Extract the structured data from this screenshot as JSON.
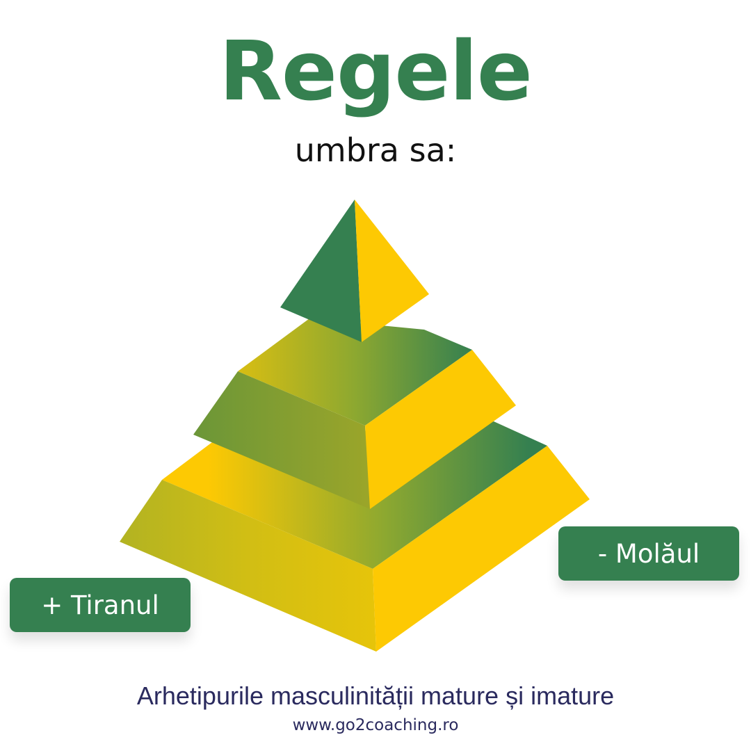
{
  "colors": {
    "green": "#358050",
    "yellow": "#FDC903",
    "olive": "#B0B021",
    "caption_navy": "#2A2A5E",
    "white": "#FFFFFF"
  },
  "header": {
    "title": "Regele",
    "subtitle": "umbra sa:"
  },
  "diagram": {
    "type": "layered pyramid",
    "layer_count": 3,
    "label_left": "+ Tiranul",
    "label_right": "- Molăul"
  },
  "footer": {
    "caption": "Arhetipurile masculinității mature și imature",
    "website": "www.go2coaching.ro"
  }
}
